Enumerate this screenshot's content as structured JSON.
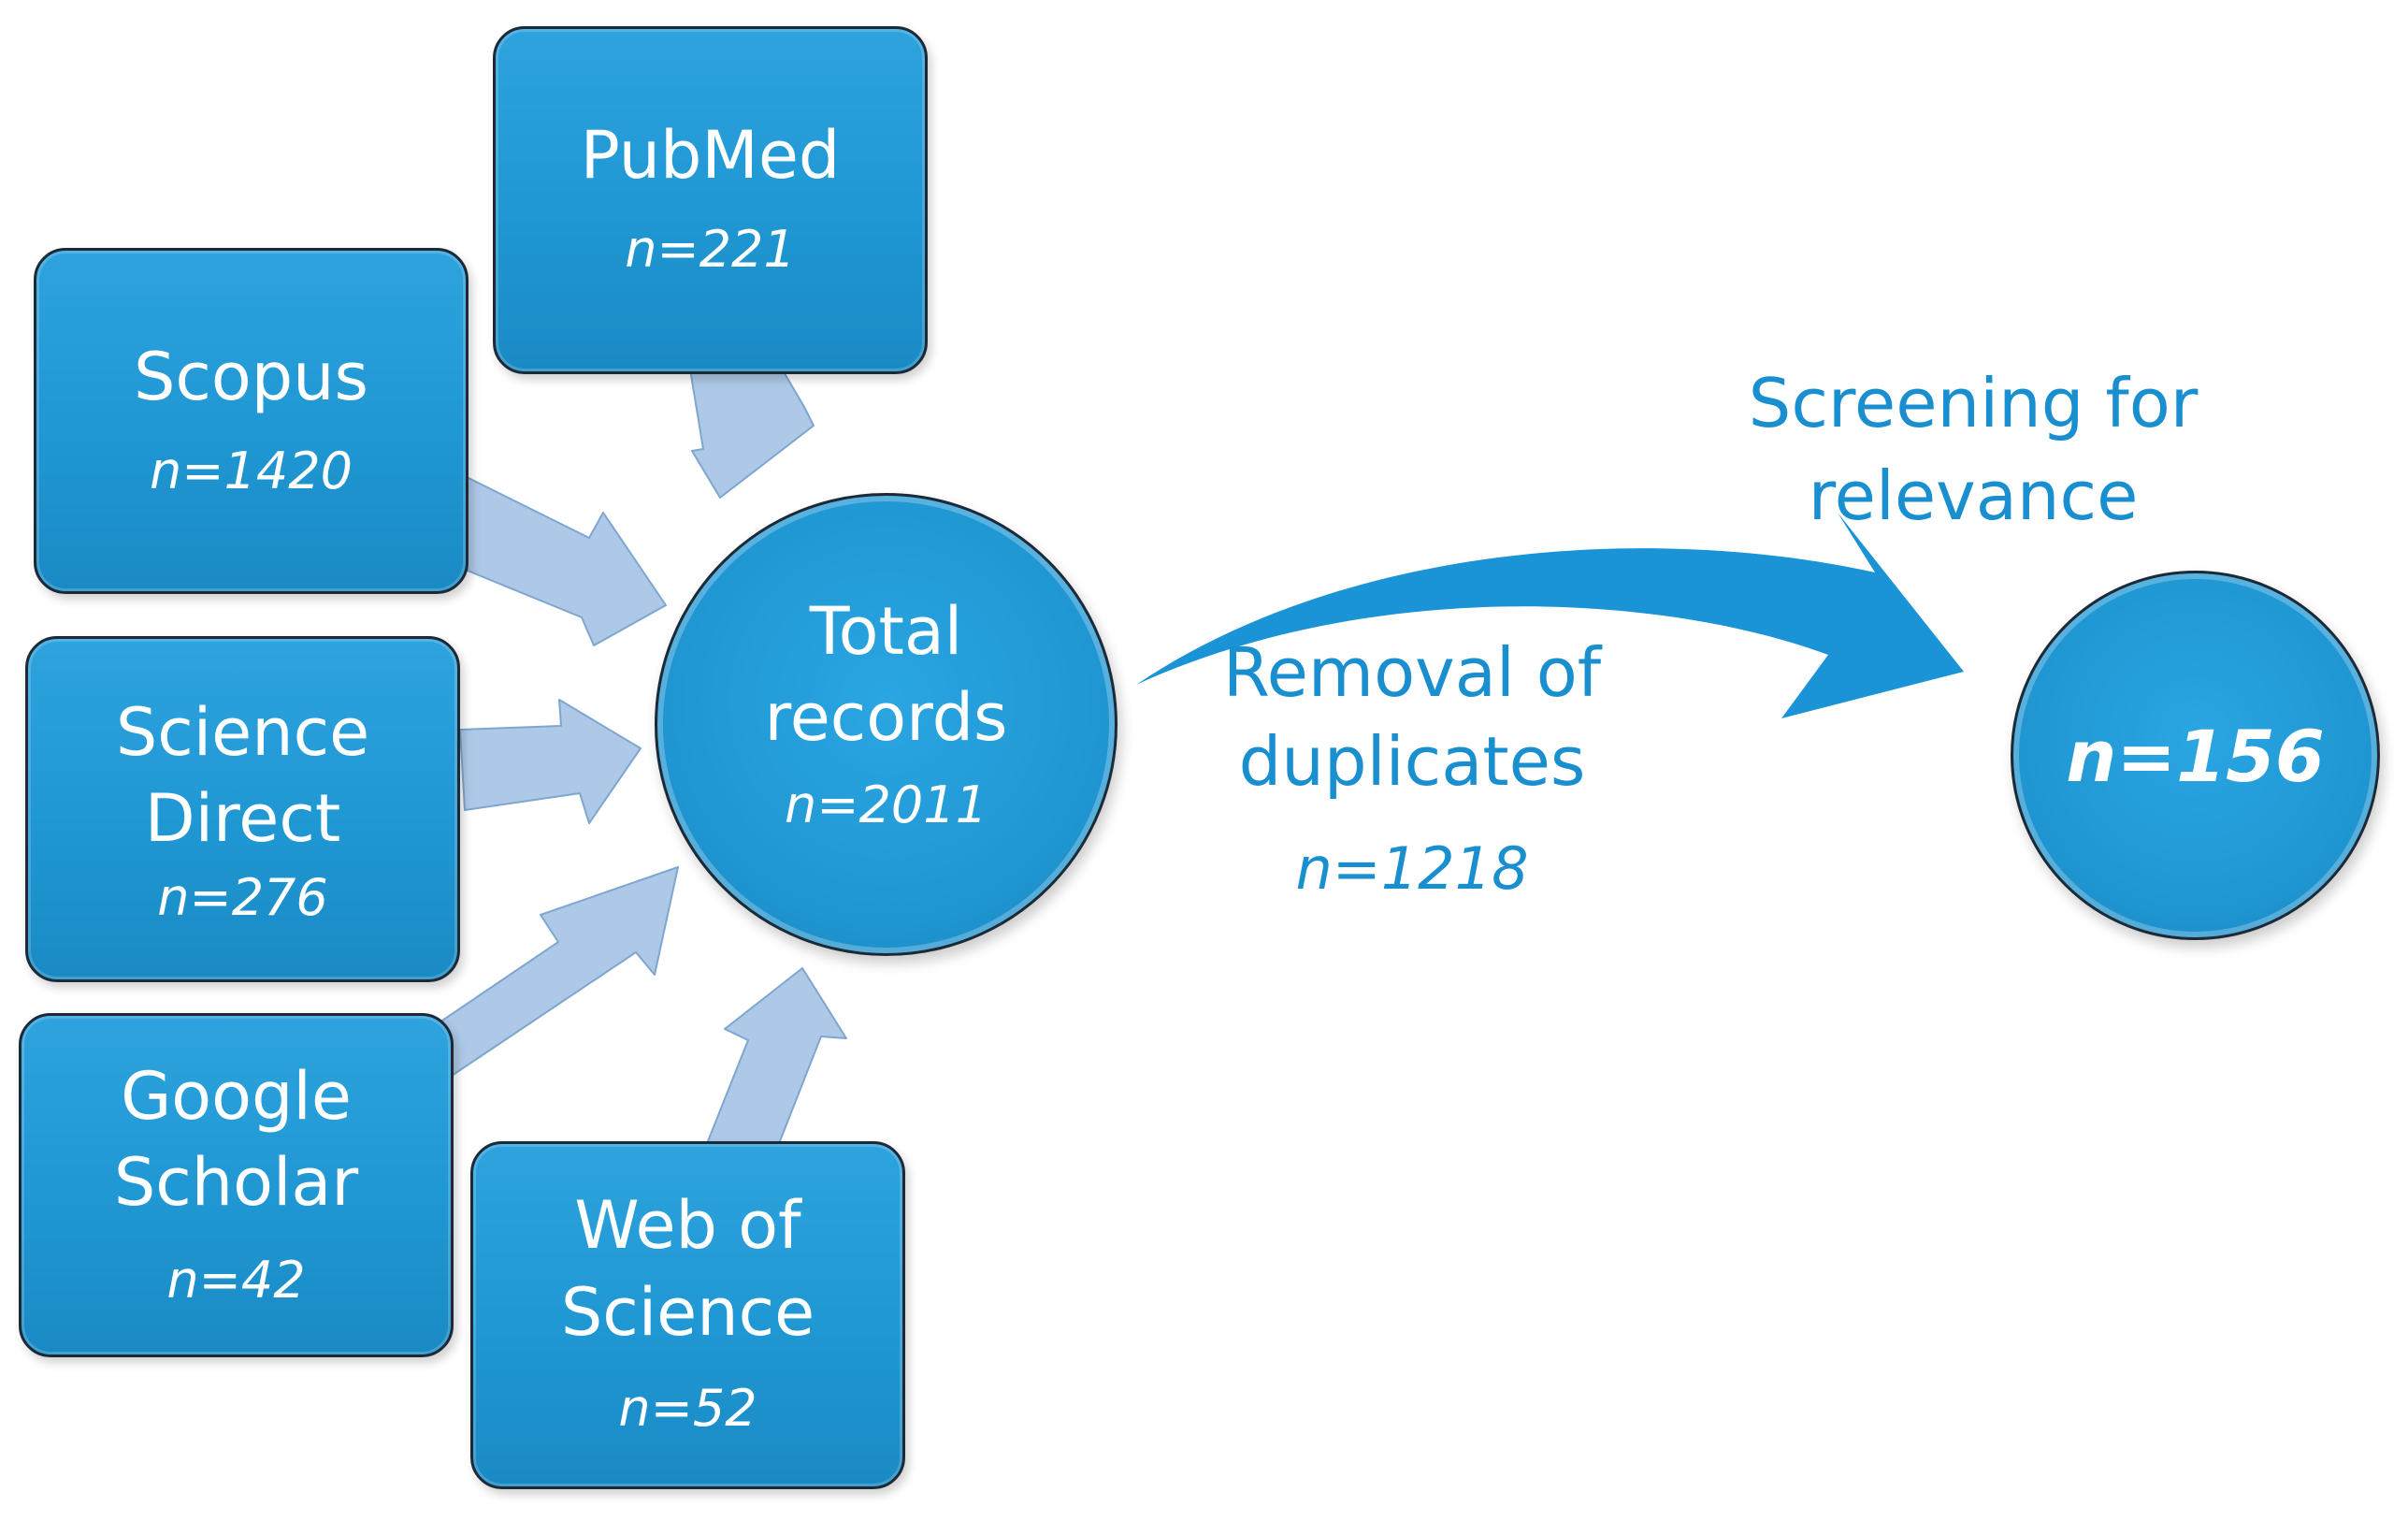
{
  "sources": [
    {
      "name": "PubMed",
      "count": "n=221"
    },
    {
      "name": "Scopus",
      "count": "n=1420"
    },
    {
      "name": "Science Direct",
      "line1": "Science",
      "line2": "Direct",
      "count": "n=276"
    },
    {
      "name": "Google Scholar",
      "line1": "Google",
      "line2": "Scholar",
      "count": "n=42"
    },
    {
      "name": "Web of Science",
      "line1": "Web of",
      "line2": "Science",
      "count": "n=52"
    }
  ],
  "total": {
    "line1": "Total",
    "line2": "records",
    "count": "n=2011"
  },
  "removal": {
    "line1": "Removal of",
    "line2": "duplicates",
    "count": "n=1218"
  },
  "screening": {
    "line1": "Screening for",
    "line2": "relevance"
  },
  "final": {
    "count": "n=156"
  },
  "colors": {
    "box": "#1f97d3",
    "arrow": "#adc9e7",
    "curve": "#1a94d6",
    "text": "#1a8fd0"
  }
}
